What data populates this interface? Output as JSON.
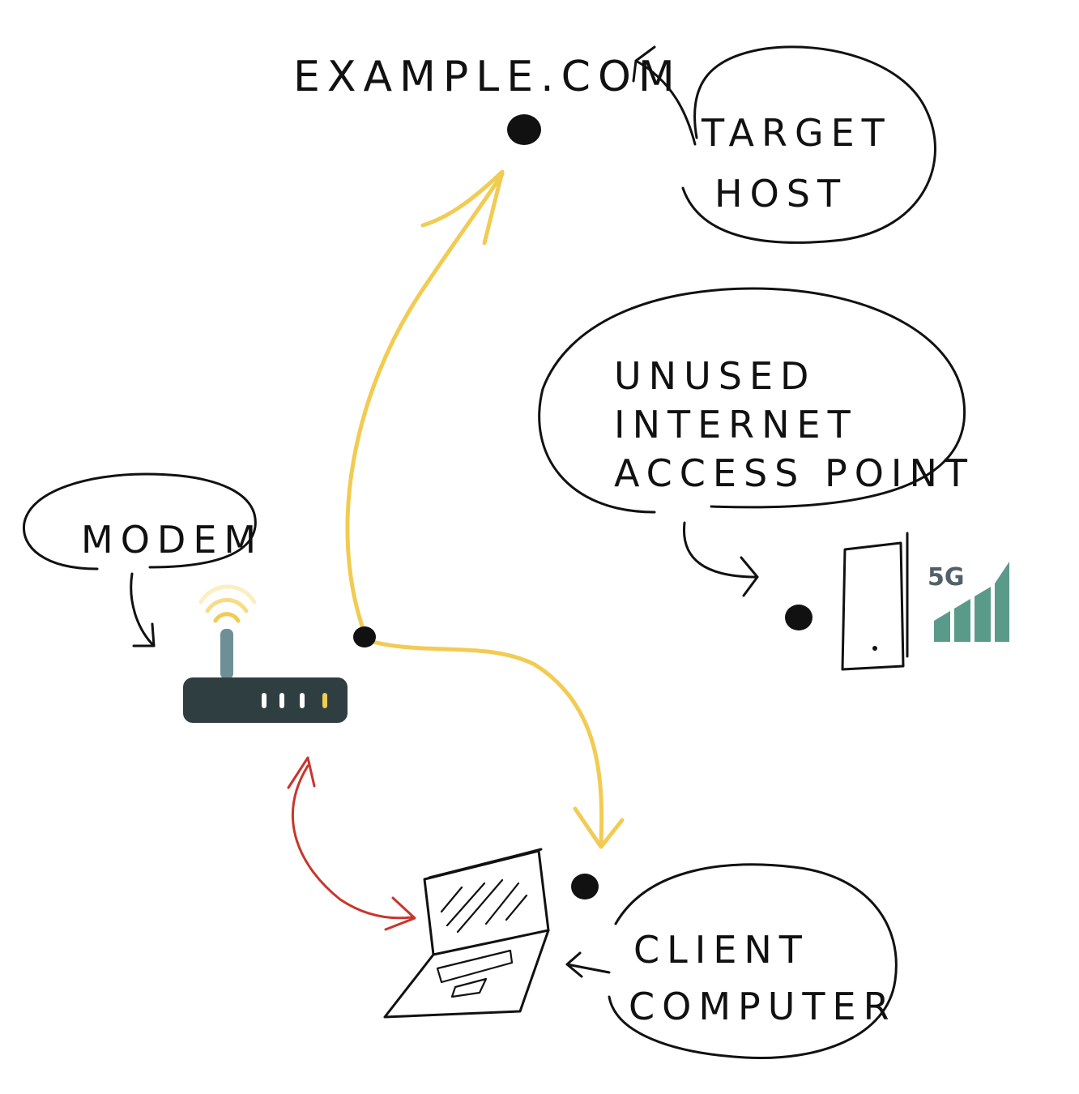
{
  "labels": {
    "target_domain": "EXAMPLE.COM",
    "target_line1": "TARGET",
    "target_line2": "HOST",
    "unused_line1": "UNUSED",
    "unused_line2": "INTERNET",
    "unused_line3": "ACCESS POINT",
    "modem": "MODEM",
    "client_line1": "CLIENT",
    "client_line2": "COMPUTER",
    "network_badge": "5G"
  },
  "colors": {
    "ink": "#111111",
    "active_route": "#f2cb52",
    "local_link": "#c8362b",
    "modem_body": "#2f3f41",
    "modem_antenna": "#6f8f97",
    "modem_led": "#ffffff",
    "modem_led_active": "#f2cb52",
    "signal_bars": "#5a9a88",
    "badge_text": "#50616b"
  },
  "icons": {
    "modem": "router-icon",
    "access_point": "phone-icon",
    "signal": "signal-bars-icon",
    "client": "laptop-icon"
  }
}
